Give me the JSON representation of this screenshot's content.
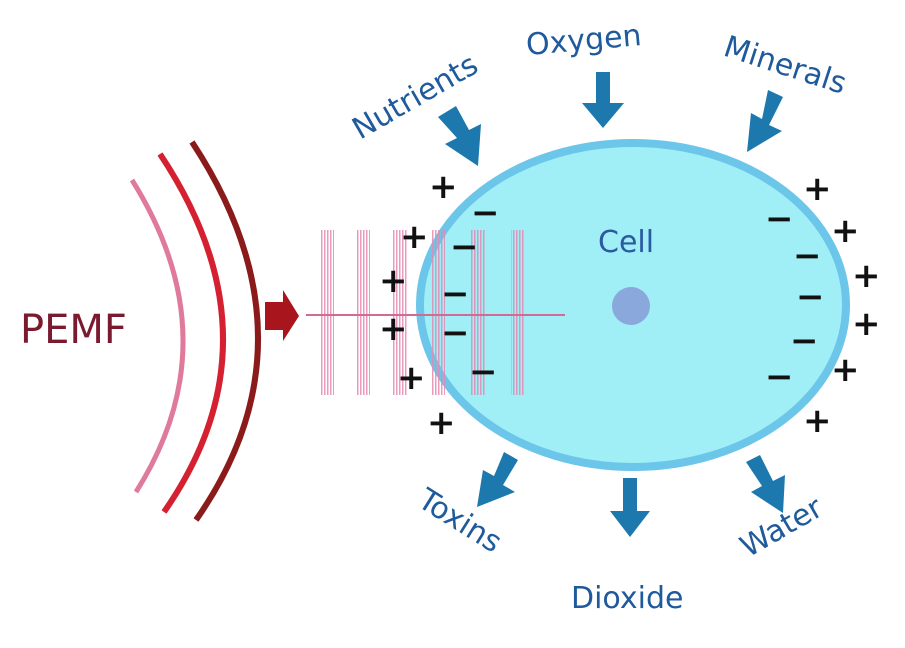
{
  "source_label": "PEMF",
  "cell_label": "Cell",
  "inputs": [
    "Nutrients",
    "Oxygen",
    "Minerals"
  ],
  "outputs": [
    "Toxins",
    "Dioxide",
    "Water"
  ],
  "charges": {
    "positive": "+",
    "negative": "−"
  },
  "colors": {
    "cell_fill": "#a0eef6",
    "cell_border": "#6cc6ea",
    "nucleus": "#8aa8dc",
    "arrow": "#1c78ad",
    "label": "#1f5a9c",
    "pemf_text": "#7a1a2e",
    "wave_dark": "#8b1a1a",
    "wave_red": "#d42030",
    "wave_pink": "#e07a9a",
    "pulse_arrow": "#a8151c"
  }
}
